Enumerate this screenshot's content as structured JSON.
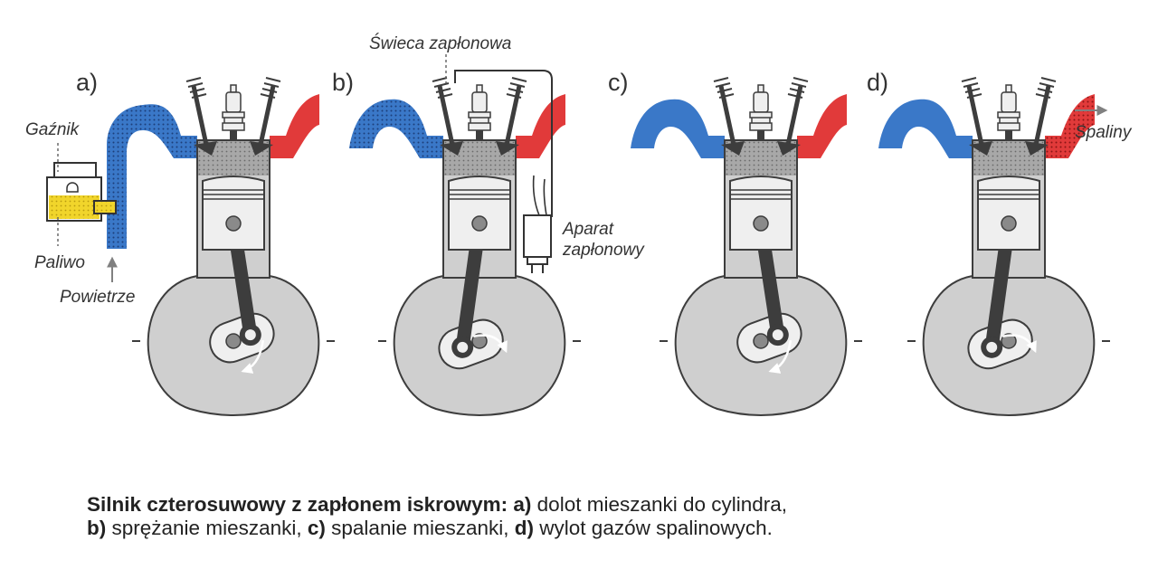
{
  "colors": {
    "intake": "#3a78c8",
    "exhaust": "#e13a3a",
    "body": "#cfcfcf",
    "chamber": "#a8a8a8",
    "dark": "#3d3d3d",
    "piston": "#efefef",
    "fuel": "#f1d52b"
  },
  "stages": [
    {
      "label": "a)",
      "intake_mixture": true,
      "exhaust_gas": false,
      "crank_angle_deg": 20,
      "rotation_arrow": "down"
    },
    {
      "label": "b)",
      "intake_mixture": true,
      "exhaust_gas": false,
      "crank_angle_deg": 200,
      "rotation_arrow": "right"
    },
    {
      "label": "c)",
      "intake_mixture": false,
      "exhaust_gas": false,
      "crank_angle_deg": 20,
      "rotation_arrow": "down"
    },
    {
      "label": "d)",
      "intake_mixture": false,
      "exhaust_gas": true,
      "crank_angle_deg": 200,
      "rotation_arrow": "right"
    }
  ],
  "labels": {
    "carburetor": "Gaźnik",
    "fuel": "Paliwo",
    "air": "Powietrze",
    "spark_plug": "Świeca zapłonowa",
    "ignition_line1": "Aparat",
    "ignition_line2": "zapłonowy",
    "exhaust": "Spaliny"
  },
  "caption": {
    "title": "Silnik czterosuwowy z zapłonem iskrowym:",
    "a_key": "a)",
    "a_text": "dolot mieszanki do cylindra,",
    "b_key": "b)",
    "b_text": "sprężanie mieszanki,",
    "c_key": "c)",
    "c_text": "spalanie mieszanki,",
    "d_key": "d)",
    "d_text": "wylot gazów spalinowych."
  }
}
